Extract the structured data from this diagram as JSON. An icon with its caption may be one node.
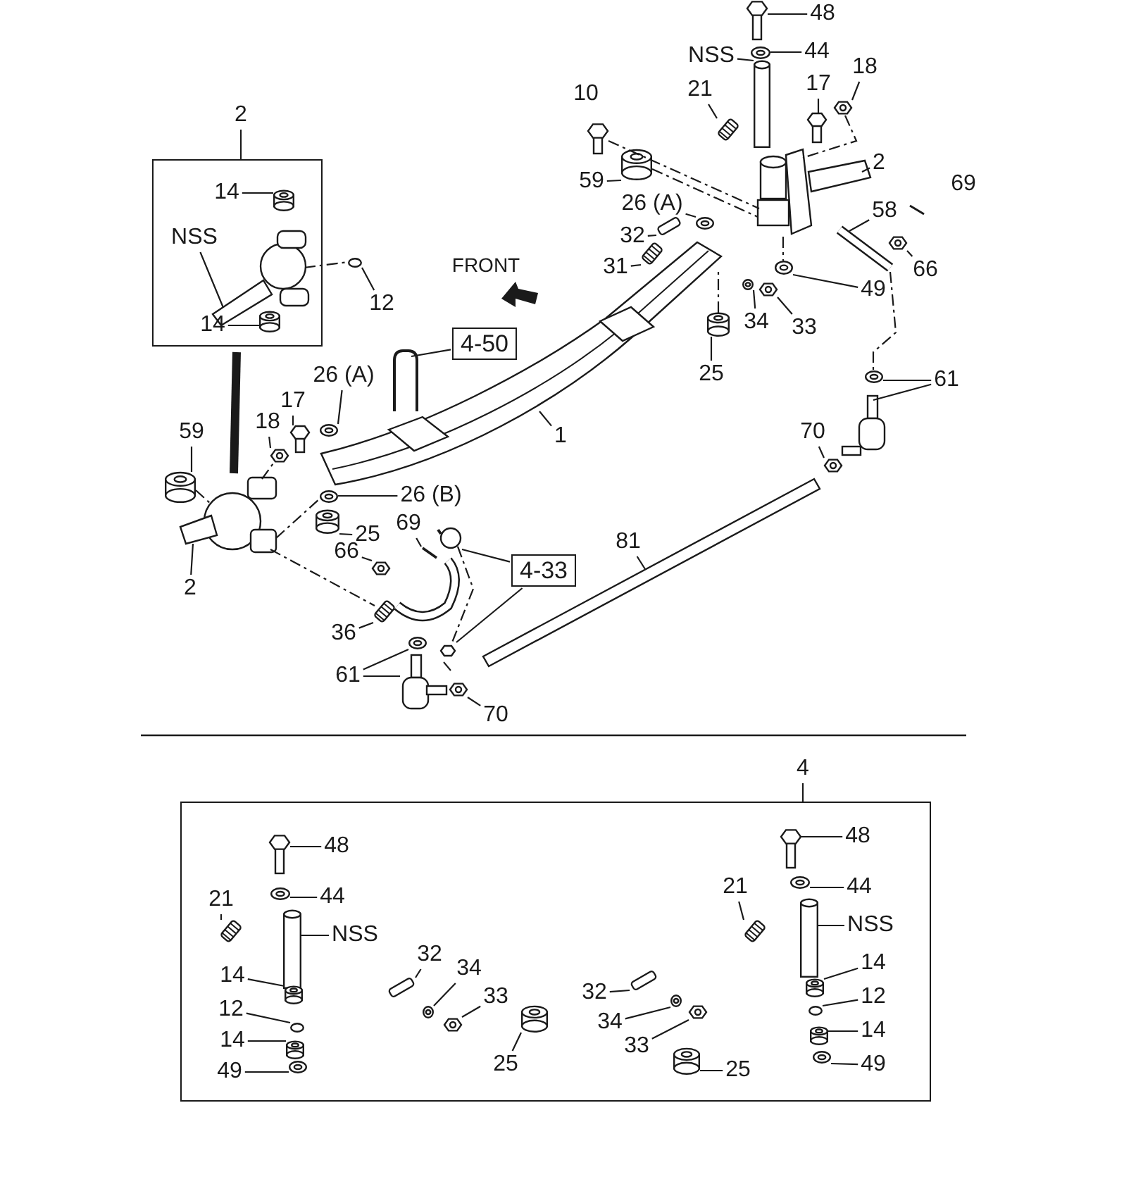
{
  "diagram": {
    "nodes": [
      {
        "text": [],
        "shape": "box"
      },
      {
        "text": [
          "2"
        ]
      },
      {
        "text": [
          "14"
        ],
        "in": 0
      },
      {
        "text": [
          "NSS"
        ],
        "in": 0
      },
      {
        "text": [
          "14"
        ],
        "in": 0
      },
      {
        "text": [
          "12"
        ]
      },
      {
        "text": [
          "48"
        ]
      },
      {
        "text": [
          "44"
        ]
      },
      {
        "text": [
          "NSS"
        ]
      },
      {
        "text": [
          "21"
        ]
      },
      {
        "text": [
          "17"
        ]
      },
      {
        "text": [
          "18"
        ]
      },
      {
        "text": [
          "2"
        ]
      },
      {
        "text": [
          "59"
        ]
      },
      {
        "text": [
          "26 (A)"
        ]
      },
      {
        "text": [
          "32"
        ]
      },
      {
        "text": [
          "58"
        ]
      },
      {
        "text": [
          "31"
        ]
      },
      {
        "text": [
          "66"
        ]
      },
      {
        "text": [
          "49"
        ]
      },
      {
        "text": [
          "34"
        ]
      },
      {
        "text": [
          "33"
        ]
      },
      {
        "text": [
          "25"
        ]
      },
      {
        "text": [
          "61"
        ]
      },
      {
        "text": [
          "4-50"
        ]
      },
      {
        "text": [
          "26 (A)"
        ]
      },
      {
        "text": [
          "17"
        ]
      },
      {
        "text": [
          "18"
        ]
      },
      {
        "text": [
          "59"
        ]
      },
      {
        "text": [
          "1"
        ]
      },
      {
        "text": [
          "70"
        ]
      },
      {
        "text": [
          "26 (B)"
        ]
      },
      {
        "text": [
          "25"
        ]
      },
      {
        "text": [
          "69"
        ]
      },
      {
        "text": [
          "2"
        ]
      },
      {
        "text": [
          "4-33"
        ]
      },
      {
        "text": [
          "66"
        ]
      },
      {
        "text": [
          "81"
        ]
      },
      {
        "text": [
          "36"
        ]
      },
      {
        "text": [
          "61"
        ]
      },
      {
        "text": [
          "70"
        ]
      },
      {
        "text": [
          "4"
        ]
      },
      {
        "text": [],
        "shape": "box"
      },
      {
        "text": [
          "48"
        ],
        "in": 42
      },
      {
        "text": [
          "44"
        ],
        "in": 42
      },
      {
        "text": [
          "21"
        ],
        "in": 42
      },
      {
        "text": [
          "NSS"
        ],
        "in": 42
      },
      {
        "text": [
          "14"
        ],
        "in": 42
      },
      {
        "text": [
          "12"
        ],
        "in": 42
      },
      {
        "text": [
          "14"
        ],
        "in": 42
      },
      {
        "text": [
          "49"
        ],
        "in": 42
      },
      {
        "text": [
          "32"
        ],
        "in": 42
      },
      {
        "text": [
          "34"
        ],
        "in": 42
      },
      {
        "text": [
          "33"
        ],
        "in": 42
      },
      {
        "text": [
          "25"
        ],
        "in": 42
      },
      {
        "text": [
          "32"
        ],
        "in": 42
      },
      {
        "text": [
          "34"
        ],
        "in": 42
      },
      {
        "text": [
          "33"
        ],
        "in": 42
      },
      {
        "text": [
          "25"
        ],
        "in": 42
      },
      {
        "text": [
          "21"
        ],
        "in": 42
      },
      {
        "text": [
          "48"
        ],
        "in": 42
      },
      {
        "text": [
          "44"
        ],
        "in": 42
      },
      {
        "text": [
          "NSS"
        ],
        "in": 42
      },
      {
        "text": [
          "14"
        ],
        "in": 42
      },
      {
        "text": [
          "12"
        ],
        "in": 42
      },
      {
        "text": [
          "14"
        ],
        "in": 42
      },
      {
        "text": [
          "49"
        ],
        "in": 42
      },
      {
        "text": [],
        "shape": "picture",
        "in": 0
      },
      {
        "text": [],
        "shape": "cylinder",
        "in": 0
      },
      {
        "text": [],
        "shape": "cylinder",
        "in": 0
      },
      {
        "text": [],
        "shape": "circle"
      },
      {
        "text": [],
        "shape": "picture"
      },
      {
        "text": [],
        "shape": "picture"
      },
      {
        "text": [],
        "shape": "cylinder"
      },
      {
        "text": [],
        "shape": "picture"
      },
      {
        "text": [],
        "shape": "picture"
      },
      {
        "text": [],
        "shape": "picture"
      },
      {
        "text": [],
        "shape": "picture"
      },
      {
        "text": [],
        "shape": "picture"
      },
      {
        "text": [],
        "shape": "cylinder"
      },
      {
        "text": [],
        "shape": "picture"
      },
      {
        "text": [],
        "shape": "cylinder"
      },
      {
        "text": [],
        "shape": "picture"
      },
      {
        "text": [],
        "shape": "picture"
      },
      {
        "text": [],
        "shape": "picture"
      },
      {
        "text": [],
        "shape": "picture"
      },
      {
        "text": [],
        "shape": "picture"
      },
      {
        "text": [],
        "shape": "picture"
      },
      {
        "text": [],
        "shape": "cylinder"
      },
      {
        "text": [],
        "shape": "picture"
      },
      {
        "text": [],
        "shape": "picture"
      },
      {
        "text": [],
        "shape": "picture"
      },
      {
        "text": [],
        "shape": "picture"
      },
      {
        "text": [],
        "shape": "picture"
      },
      {
        "text": [],
        "shape": "picture"
      },
      {
        "text": [],
        "shape": "picture"
      },
      {
        "text": [],
        "shape": "picture"
      },
      {
        "text": [],
        "shape": "cylinder"
      },
      {
        "text": [],
        "shape": "picture"
      },
      {
        "text": [],
        "shape": "picture"
      },
      {
        "text": [],
        "shape": "cylinder"
      },
      {
        "text": [],
        "shape": "picture"
      },
      {
        "text": [],
        "shape": "circle"
      },
      {
        "text": [],
        "shape": "picture"
      },
      {
        "text": [],
        "shape": "picture"
      },
      {
        "text": [],
        "shape": "picture"
      },
      {
        "text": [],
        "shape": "picture"
      },
      {
        "text": [],
        "shape": "picture"
      },
      {
        "text": [],
        "shape": "picture"
      },
      {
        "text": [],
        "shape": "picture"
      },
      {
        "text": [],
        "shape": "picture",
        "in": 42
      },
      {
        "text": [],
        "shape": "picture",
        "in": 42
      },
      {
        "text": [],
        "shape": "cylinder",
        "in": 42
      },
      {
        "text": [],
        "shape": "picture",
        "in": 42
      },
      {
        "text": [],
        "shape": "cylinder",
        "in": 42
      },
      {
        "text": [],
        "shape": "circle",
        "in": 42
      },
      {
        "text": [],
        "shape": "cylinder",
        "in": 42
      },
      {
        "text": [],
        "shape": "picture",
        "in": 42
      },
      {
        "text": [],
        "shape": "cylinder",
        "in": 42
      },
      {
        "text": [],
        "shape": "picture",
        "in": 42
      },
      {
        "text": [],
        "shape": "picture",
        "in": 42
      },
      {
        "text": [],
        "shape": "cylinder",
        "in": 42
      },
      {
        "text": [],
        "shape": "cylinder",
        "in": 42
      },
      {
        "text": [],
        "shape": "picture",
        "in": 42
      },
      {
        "text": [],
        "shape": "picture",
        "in": 42
      },
      {
        "text": [],
        "shape": "cylinder",
        "in": 42
      },
      {
        "text": [],
        "shape": "picture",
        "in": 42
      },
      {
        "text": [],
        "shape": "picture",
        "in": 42
      },
      {
        "text": [],
        "shape": "picture",
        "in": 42
      },
      {
        "text": [],
        "shape": "cylinder",
        "in": 42
      },
      {
        "text": [],
        "shape": "cylinder",
        "in": 42
      },
      {
        "text": [],
        "shape": "circle",
        "in": 42
      },
      {
        "text": [],
        "shape": "cylinder",
        "in": 42
      },
      {
        "text": [],
        "shape": "picture",
        "in": 42
      },
      {
        "text": [],
        "shape": "picture"
      }
    ],
    "edges": [
      {
        "from": 1,
        "to": 0,
        "arrow": "none"
      },
      {
        "from": 2,
        "to": 68,
        "arrow": "none"
      },
      {
        "from": 3,
        "to": 67,
        "arrow": "none"
      },
      {
        "from": 4,
        "to": 69,
        "arrow": "none"
      },
      {
        "from": 5,
        "to": 70,
        "arrow": "none"
      },
      {
        "from": 6,
        "to": 71,
        "arrow": "none"
      },
      {
        "from": 7,
        "to": 72,
        "arrow": "none"
      },
      {
        "from": 8,
        "to": 73,
        "arrow": "none"
      },
      {
        "from": 9,
        "to": 74,
        "arrow": "none"
      },
      {
        "from": 10,
        "to": 75,
        "arrow": "none"
      },
      {
        "from": 11,
        "to": 76,
        "arrow": "none"
      },
      {
        "from": 12,
        "to": 77,
        "arrow": "none"
      },
      {
        "from": 13,
        "to": 79,
        "arrow": "none"
      },
      {
        "from": 14,
        "to": 80,
        "arrow": "none"
      },
      {
        "from": 15,
        "to": 81,
        "arrow": "none"
      },
      {
        "from": 16,
        "to": 83,
        "arrow": "none"
      },
      {
        "from": 17,
        "to": 82,
        "arrow": "none"
      },
      {
        "from": 18,
        "to": 84,
        "arrow": "none"
      },
      {
        "from": 19,
        "to": 85,
        "arrow": "none"
      },
      {
        "from": 20,
        "to": 86,
        "arrow": "none"
      },
      {
        "from": 21,
        "to": 87,
        "arrow": "none"
      },
      {
        "from": 22,
        "to": 88,
        "arrow": "none"
      },
      {
        "from": 23,
        "to": 89,
        "arrow": "none"
      },
      {
        "from": 23,
        "to": 90,
        "arrow": "none"
      },
      {
        "from": 24,
        "to": 93,
        "arrow": "none"
      },
      {
        "from": 25,
        "to": 94,
        "arrow": "none"
      },
      {
        "from": 26,
        "to": 95,
        "arrow": "none"
      },
      {
        "from": 27,
        "to": 96,
        "arrow": "none"
      },
      {
        "from": 28,
        "to": 97,
        "arrow": "none"
      },
      {
        "from": 29,
        "to": 92,
        "arrow": "none"
      },
      {
        "from": 30,
        "to": 91,
        "arrow": "none"
      },
      {
        "from": 31,
        "to": 99,
        "arrow": "none"
      },
      {
        "from": 32,
        "to": 100,
        "arrow": "none"
      },
      {
        "from": 33,
        "to": 101,
        "arrow": "none"
      },
      {
        "from": 34,
        "to": 98,
        "arrow": "none"
      },
      {
        "from": 35,
        "to": 102,
        "arrow": "none"
      },
      {
        "from": 35,
        "to": 103,
        "arrow": "none"
      },
      {
        "from": 36,
        "to": 104,
        "arrow": "none"
      },
      {
        "from": 37,
        "to": 109,
        "arrow": "none"
      },
      {
        "from": 38,
        "to": 105,
        "arrow": "none"
      },
      {
        "from": 39,
        "to": 106,
        "arrow": "none"
      },
      {
        "from": 39,
        "to": 107,
        "arrow": "none"
      },
      {
        "from": 40,
        "to": 108,
        "arrow": "none"
      },
      {
        "from": 41,
        "to": 42,
        "arrow": "none"
      },
      {
        "from": 43,
        "to": 110,
        "arrow": "none"
      },
      {
        "from": 44,
        "to": 111,
        "arrow": "none"
      },
      {
        "from": 45,
        "to": 113,
        "arrow": "none"
      },
      {
        "from": 46,
        "to": 112,
        "arrow": "none"
      },
      {
        "from": 47,
        "to": 114,
        "arrow": "none"
      },
      {
        "from": 48,
        "to": 115,
        "arrow": "none"
      },
      {
        "from": 49,
        "to": 116,
        "arrow": "none"
      },
      {
        "from": 50,
        "to": 117,
        "arrow": "none"
      },
      {
        "from": 51,
        "to": 118,
        "arrow": "none"
      },
      {
        "from": 52,
        "to": 119,
        "arrow": "none"
      },
      {
        "from": 53,
        "to": 120,
        "arrow": "none"
      },
      {
        "from": 54,
        "to": 121,
        "arrow": "none"
      },
      {
        "from": 55,
        "to": 122,
        "arrow": "none"
      },
      {
        "from": 56,
        "to": 123,
        "arrow": "none"
      },
      {
        "from": 57,
        "to": 124,
        "arrow": "none"
      },
      {
        "from": 58,
        "to": 125,
        "arrow": "none"
      },
      {
        "from": 59,
        "to": 126,
        "arrow": "none"
      },
      {
        "from": 60,
        "to": 127,
        "arrow": "none"
      },
      {
        "from": 61,
        "to": 128,
        "arrow": "none"
      },
      {
        "from": 62,
        "to": 129,
        "arrow": "none"
      },
      {
        "from": 63,
        "to": 130,
        "arrow": "none"
      },
      {
        "from": 64,
        "to": 131,
        "arrow": "none"
      },
      {
        "from": 65,
        "to": 132,
        "arrow": "none"
      },
      {
        "from": 66,
        "to": 133,
        "arrow": "none"
      },
      {
        "from": 67,
        "to": 70,
        "arrow": "none",
        "style": "dashed"
      },
      {
        "from": 78,
        "to": 77,
        "arrow": "none",
        "style": "dashed"
      },
      {
        "from": 79,
        "to": 77,
        "arrow": "none",
        "style": "dashed"
      },
      {
        "from": 76,
        "to": 77,
        "arrow": "none",
        "style": "dashed"
      },
      {
        "from": 88,
        "to": 92,
        "arrow": "none",
        "style": "dashed"
      },
      {
        "from": 77,
        "to": 85,
        "arrow": "none",
        "style": "dashed"
      },
      {
        "from": 83,
        "to": 89,
        "arrow": "none",
        "style": "dashed"
      },
      {
        "from": 97,
        "to": 98,
        "arrow": "none",
        "style": "dashed"
      },
      {
        "from": 98,
        "to": 96,
        "arrow": "none",
        "style": "dashed"
      },
      {
        "from": 98,
        "to": 99,
        "arrow": "none",
        "style": "dashed"
      },
      {
        "from": 98,
        "to": 105,
        "arrow": "none",
        "style": "dashed"
      },
      {
        "from": 102,
        "to": 103,
        "arrow": "none",
        "style": "dashed"
      },
      {
        "from": 0,
        "to": 98,
        "arrow": "none",
        "style": "thick"
      }
    ],
    "labels": [
      "10",
      "69",
      "FRONT"
    ]
  }
}
